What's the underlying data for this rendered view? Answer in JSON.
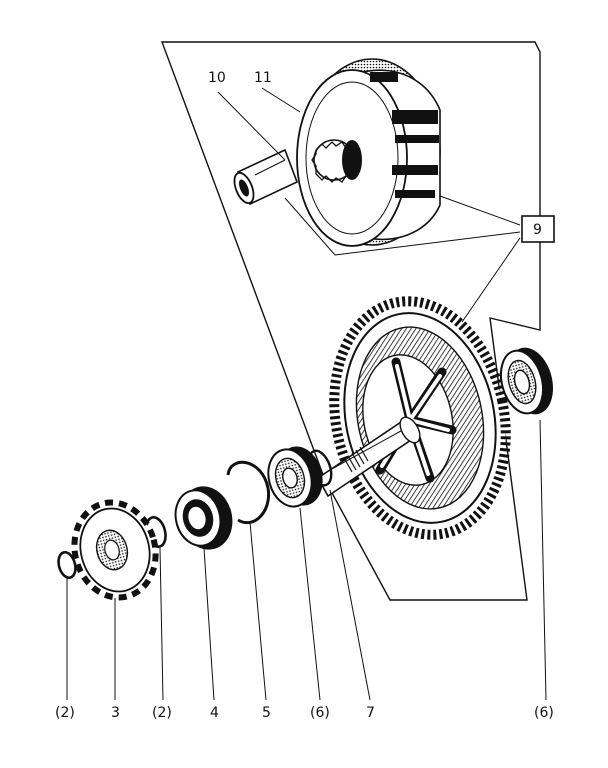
{
  "diagram": {
    "callouts": {
      "p10": "10",
      "p11": "11",
      "p9": "9",
      "p2a": "(2)",
      "p3": "3",
      "p2b": "(2)",
      "p4": "4",
      "p5": "5",
      "p6a": "(6)",
      "p7": "7",
      "p6b": "(6)"
    }
  }
}
